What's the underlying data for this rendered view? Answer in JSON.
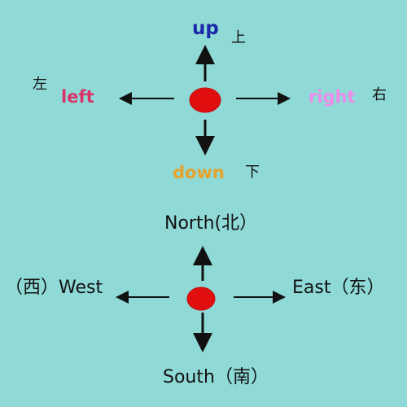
{
  "top_diagram": {
    "up_en": "up",
    "up_cn": "上",
    "down_en": "down",
    "down_cn": "下",
    "left_en": "left",
    "left_cn": "左",
    "right_en": "right",
    "right_cn": "右",
    "colors": {
      "up": "#1d2aa8",
      "down": "#e7a22b",
      "left": "#d93468",
      "right": "#ee8ce9",
      "arrow": "#111111",
      "center_dot": "#e10e10"
    }
  },
  "bottom_diagram": {
    "north": "North(北）",
    "south": "South（南）",
    "west": "（西）West",
    "east": "East（东）",
    "colors": {
      "arrow": "#111111",
      "center_dot": "#e10e10",
      "text": "#111111"
    }
  },
  "background": "#8fd9d6"
}
